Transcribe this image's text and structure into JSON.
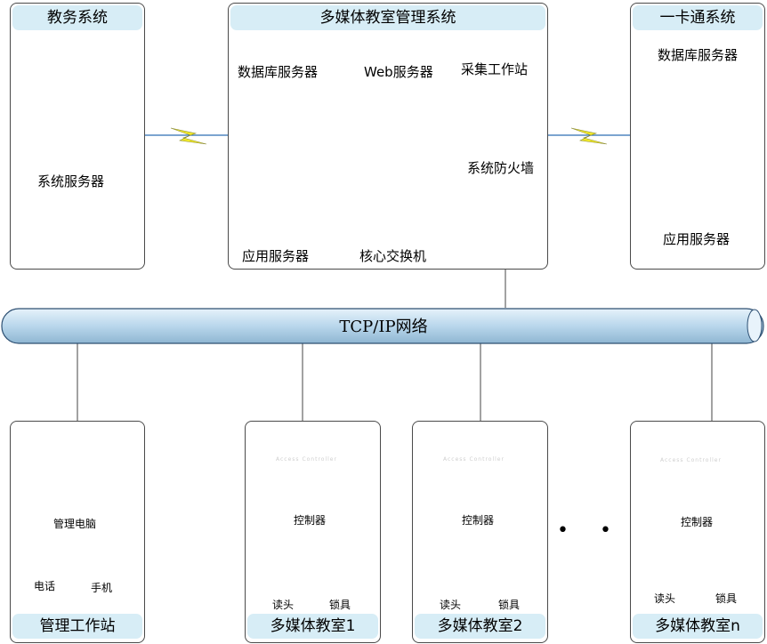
{
  "systems": {
    "academic": {
      "title": "教务系统",
      "server_label": "系统服务器"
    },
    "multimedia": {
      "title": "多媒体教室管理系统",
      "db_server": "数据库服务器",
      "web_server": "Web服务器",
      "workstation": "采集工作站",
      "firewall": "系统防火墙",
      "app_server": "应用服务器",
      "core_switch": "核心交换机"
    },
    "card": {
      "title": "一卡通系统",
      "db_server": "数据库服务器",
      "app_server": "应用服务器"
    }
  },
  "network": {
    "label": "TCP/IP网络"
  },
  "management": {
    "title": "管理工作站",
    "pc": "管理电脑",
    "phone": "电话",
    "mobile": "手机"
  },
  "classrooms": [
    {
      "title": "多媒体教室1",
      "controller": "控制器",
      "reader": "读头",
      "lock": "锁具",
      "screen_text": "Access Controller"
    },
    {
      "title": "多媒体教室2",
      "controller": "控制器",
      "reader": "读头",
      "lock": "锁具",
      "screen_text": "Access Controller"
    },
    {
      "title": "多媒体教室n",
      "controller": "控制器",
      "reader": "读头",
      "lock": "锁具",
      "screen_text": "Access Controller"
    }
  ],
  "ellipsis": "• • •",
  "colors": {
    "header_bg": "#d7edf6",
    "bus_fill": "#c9e2f2",
    "bolt": "#f2ea2a",
    "firewall": "#e8572a"
  }
}
